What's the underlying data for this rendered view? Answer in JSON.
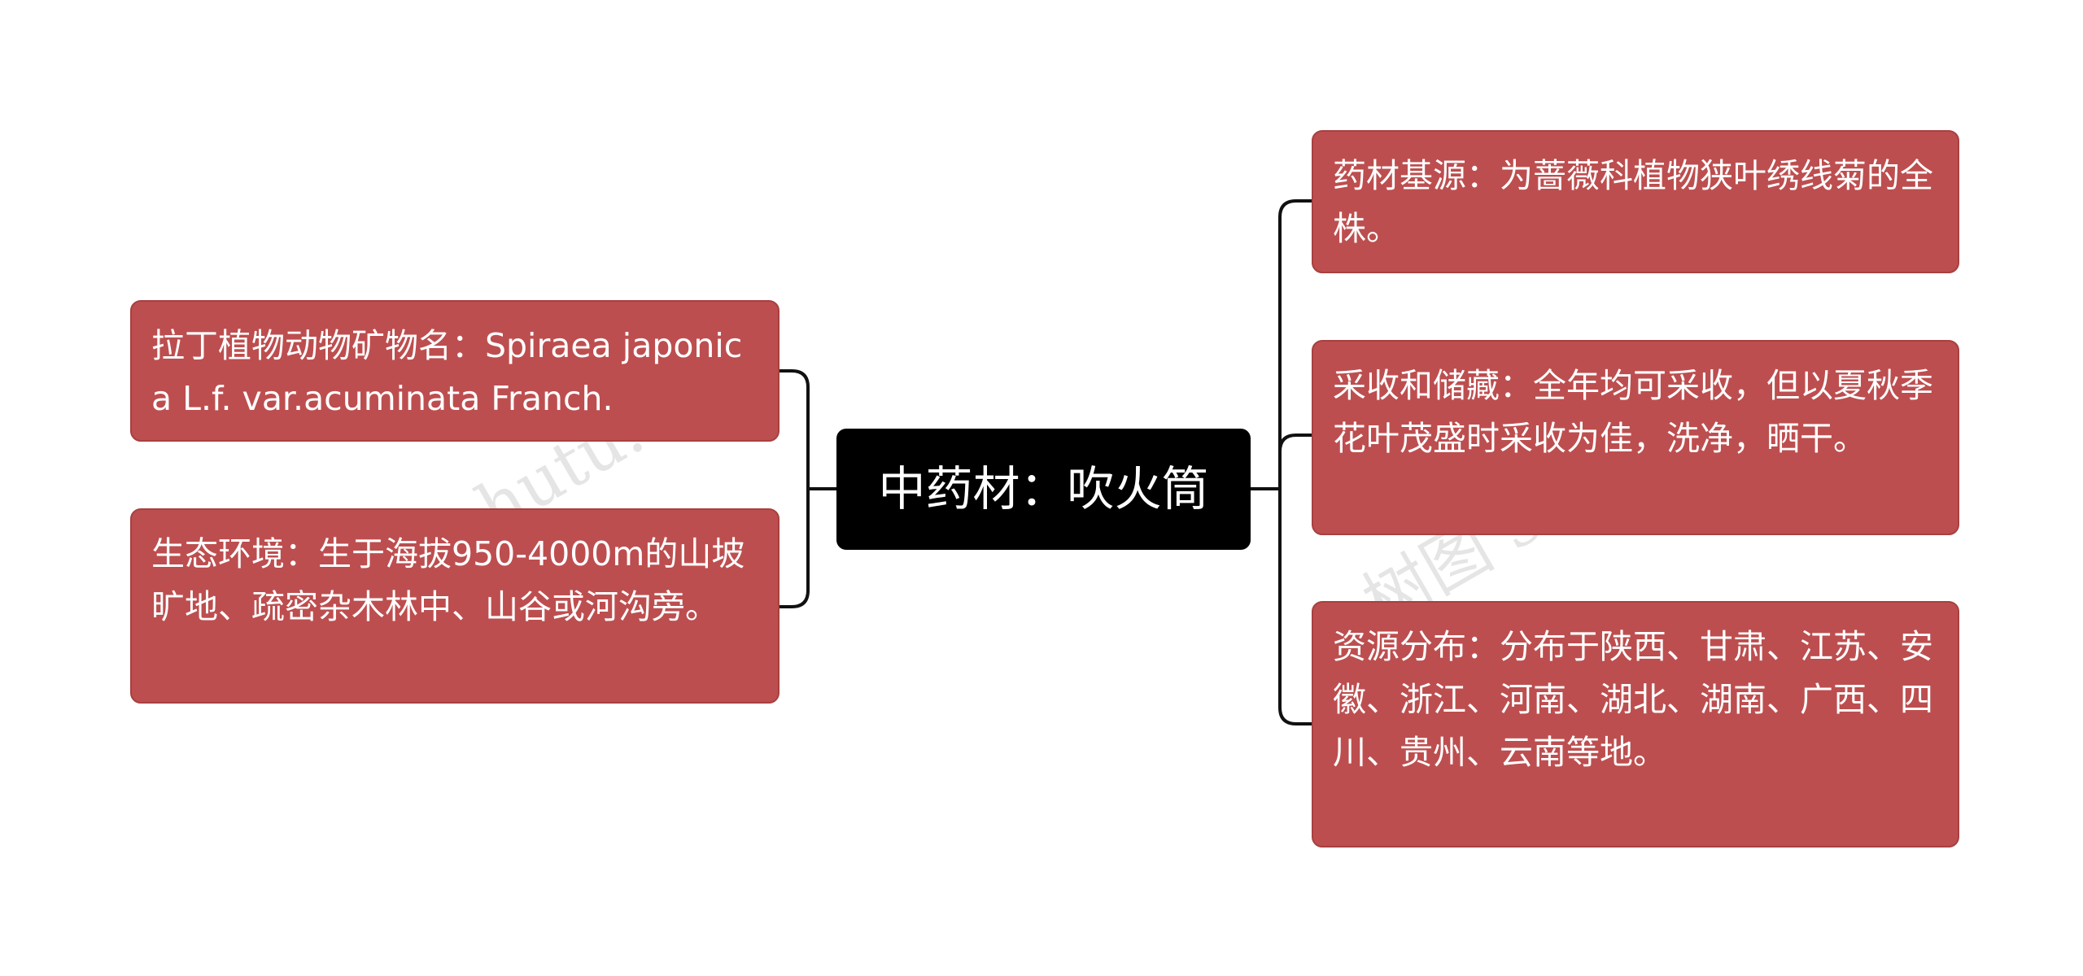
{
  "root": {
    "label": "中药材：吹火筒"
  },
  "left_nodes": [
    {
      "text": "拉丁植物动物矿物名：Spiraea japonica L.f. var.acuminata Franch."
    },
    {
      "text": "生态环境：生于海拔950-4000m的山坡旷地、疏密杂木林中、山谷或河沟旁。"
    }
  ],
  "right_nodes": [
    {
      "text": "药材基源：为蔷薇科植物狭叶绣线菊的全株。"
    },
    {
      "text": "采收和储藏：全年均可采收，但以夏秋季花叶茂盛时采收为佳，洗净，晒干。"
    },
    {
      "text": "资源分布：分布于陕西、甘肃、江苏、安徽、浙江、河南、湖北、湖南、广西、四川、贵州、云南等地。"
    }
  ],
  "watermarks": [
    "树图 shutu.cn",
    "树图 shutu.cn"
  ],
  "colors": {
    "node_fill": "#bd4e4f",
    "root_fill": "#000000",
    "connector": "#111111"
  }
}
